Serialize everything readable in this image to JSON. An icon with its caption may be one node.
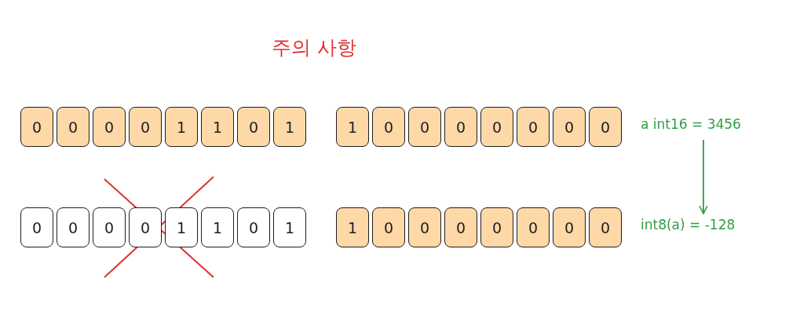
{
  "diagram": {
    "title": "주의 사항",
    "nodes": [
      {
        "text": [
          "0"
        ]
      },
      {
        "text": [
          "0"
        ]
      },
      {
        "text": [
          "0"
        ]
      },
      {
        "text": [
          "0"
        ]
      },
      {
        "text": [
          "1"
        ]
      },
      {
        "text": [
          "1"
        ]
      },
      {
        "text": [
          "0"
        ]
      },
      {
        "text": [
          "1"
        ]
      },
      {
        "text": [
          "1"
        ]
      },
      {
        "text": [
          "0"
        ]
      },
      {
        "text": [
          "0"
        ]
      },
      {
        "text": [
          "0"
        ]
      },
      {
        "text": [
          "0"
        ]
      },
      {
        "text": [
          "0"
        ]
      },
      {
        "text": [
          "0"
        ]
      },
      {
        "text": [
          "0"
        ]
      },
      {
        "text": [
          "a int16 = 3456"
        ]
      },
      {
        "text": [
          "0"
        ]
      },
      {
        "text": [
          "0"
        ]
      },
      {
        "text": [
          "0"
        ]
      },
      {
        "text": [
          "0"
        ]
      },
      {
        "text": [
          "1"
        ]
      },
      {
        "text": [
          "1"
        ]
      },
      {
        "text": [
          "0"
        ]
      },
      {
        "text": [
          "1"
        ]
      },
      {
        "text": [
          "1"
        ]
      },
      {
        "text": [
          "0"
        ]
      },
      {
        "text": [
          "0"
        ]
      },
      {
        "text": [
          "0"
        ]
      },
      {
        "text": [
          "0"
        ]
      },
      {
        "text": [
          "0"
        ]
      },
      {
        "text": [
          "0"
        ]
      },
      {
        "text": [
          "0"
        ]
      },
      {
        "text": [
          "int8(a) = -128"
        ]
      }
    ],
    "edges": [
      {
        "from": 16,
        "to": 33,
        "arrow": "to",
        "color": "#2f9e44"
      }
    ]
  }
}
